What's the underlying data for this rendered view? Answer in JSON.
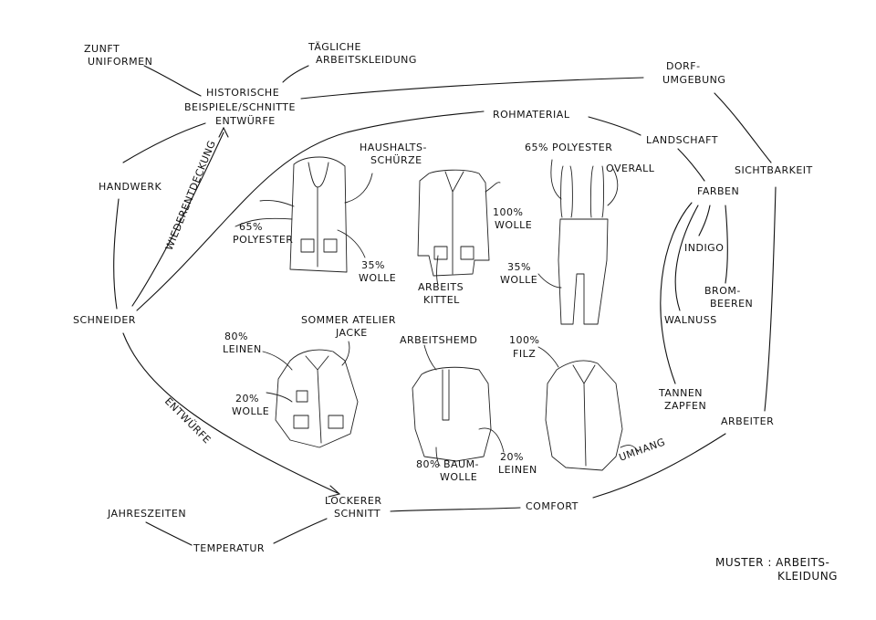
{
  "title": [
    "MUSTER : ARBEITS-",
    "KLEIDUNG"
  ],
  "nodes": {
    "zunft": [
      "ZUNFT",
      "UNIFORMEN"
    ],
    "taegliche": [
      "TÄGLICHE",
      "ARBEITSKLEIDUNG"
    ],
    "historische": [
      "HISTORISCHE",
      "BEISPIELE/SCHNITTE",
      "ENTWÜRFE"
    ],
    "dorf": [
      "DORF-",
      "UMGEBUNG"
    ],
    "rohmaterial": "ROHMATERIAL",
    "landschaft": "LANDSCHAFT",
    "sichtbarkeit": "SICHTBARKEIT",
    "farben": "FARBEN",
    "indigo": "INDIGO",
    "brombeeren": [
      "BROM-",
      "BEEREN"
    ],
    "walnuss": "WALNUSS",
    "tannenzapfen": [
      "TANNEN",
      "ZAPFEN"
    ],
    "arbeiter": "ARBEITER",
    "handwerk": "HANDWERK",
    "wiederentdeckung": "WIEDERENTDECKUNG",
    "schneider": "SCHNEIDER",
    "entwuerfe": "ENTWÜRFE",
    "lockerer": [
      "LOCKERER",
      "SCHNITT"
    ],
    "comfort": "COMFORT",
    "jahreszeiten": "JAHRESZEITEN",
    "temperatur": "TEMPERATUR"
  },
  "garments": {
    "schuerze": {
      "name": [
        "HAUSHALTS-",
        "SCHÜRZE"
      ],
      "mat1": [
        "65%",
        "POLYESTER"
      ],
      "mat2": [
        "35%",
        "WOLLE"
      ]
    },
    "kittel": {
      "name": [
        "ARBEITS",
        "KITTEL"
      ],
      "mat1": [
        "100%",
        "WOLLE"
      ]
    },
    "overall": {
      "name": "OVERALL",
      "mat1": "65% POLYESTER",
      "mat2": [
        "35%",
        "WOLLE"
      ]
    },
    "jacke": {
      "name": [
        "SOMMER ATELIER",
        "JACKE"
      ],
      "mat1": [
        "80%",
        "LEINEN"
      ],
      "mat2": [
        "20%",
        "WOLLE"
      ]
    },
    "hemd": {
      "name": "ARBEITSHEMD",
      "mat1": [
        "80% BAUM-",
        "WOLLE"
      ],
      "mat2": [
        "20%",
        "LEINEN"
      ]
    },
    "umhang": {
      "name": "UMHANG",
      "mat1": [
        "100%",
        "FILZ"
      ]
    }
  }
}
